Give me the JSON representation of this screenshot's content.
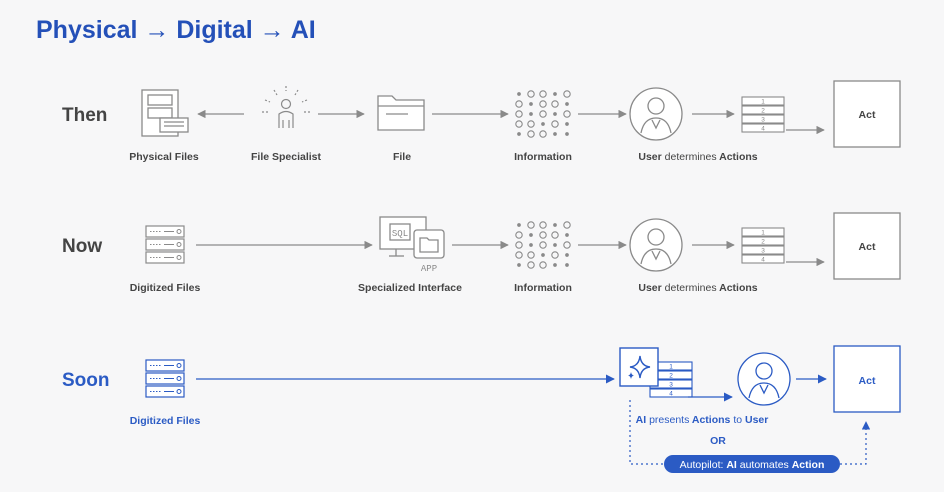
{
  "title": "Physical → Digital → AI",
  "rows": {
    "then": {
      "label": "Then",
      "physical_files": "Physical Files",
      "file_specialist": "File Specialist",
      "file": "File",
      "information": "Information",
      "user_word": "User",
      "determines_word": "determines",
      "actions_word": "Actions",
      "act": "Act"
    },
    "now": {
      "label": "Now",
      "digitized_files": "Digitized Files",
      "specialized_interface": "Specialized Interface",
      "sql_text": "SQL",
      "app_text": "APP",
      "information": "Information",
      "user_word": "User",
      "determines_word": "determines",
      "actions_word": "Actions",
      "act": "Act"
    },
    "soon": {
      "label": "Soon",
      "digitized_files": "Digitized Files",
      "ai_word": "AI",
      "presents_word": "presents",
      "actions_word": "Actions",
      "to_word": "to",
      "user_word": "User",
      "or_text": "OR",
      "autopilot_prefix": "Autopilot:",
      "autopilot_ai": "AI",
      "autopilot_mid": "automates",
      "autopilot_action": "Action",
      "act": "Act"
    }
  },
  "action_numbers": [
    "1",
    "2",
    "3",
    "4"
  ],
  "colors": {
    "accent_blue": "#2b5bc4",
    "title_blue": "#2450b8",
    "gray_line": "#8a8a8a",
    "text_dark": "#444444",
    "background": "#f7f7f8"
  },
  "icons": {
    "physical_files": "file-cabinet-icon",
    "file_specialist": "person-spotlight-icon",
    "file": "folder-icon",
    "information": "dot-matrix-icon",
    "user": "user-avatar-icon",
    "actions": "action-list-icon",
    "digitized_files": "server-stack-icon",
    "specialized_interface": "monitor-app-icon",
    "ai": "ai-sparkle-icon"
  }
}
